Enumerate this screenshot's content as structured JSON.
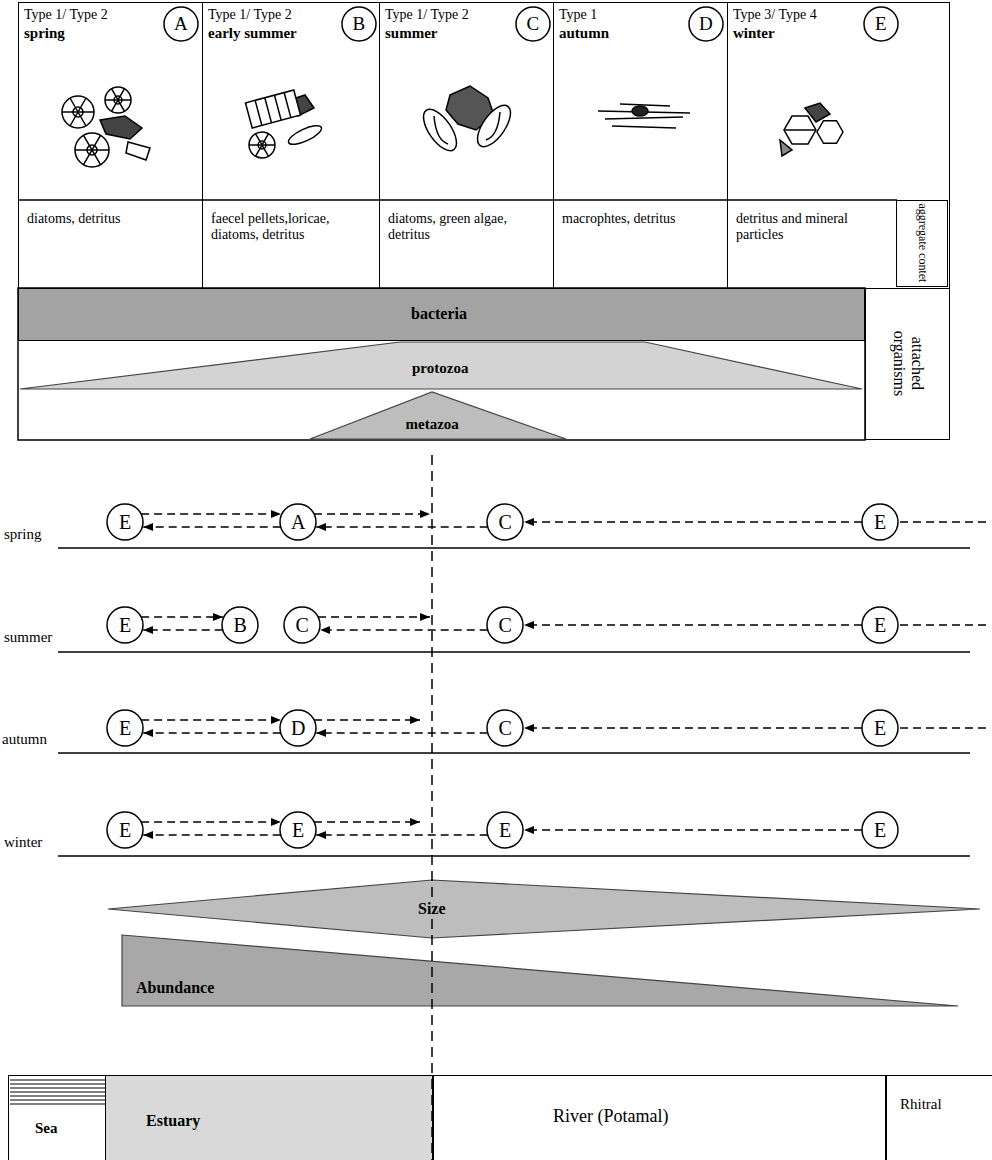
{
  "diagram": {
    "nodes": [
      {
        "text": [
          "Type 1/ Type 2",
          "spring",
          "diatoms, detritus"
        ]
      },
      {
        "text": [
          "A"
        ],
        "in": 0
      },
      {
        "text": [
          "Type 1/ Type 2",
          "early summer",
          "faecel pellets,loricae, diatoms, detritus"
        ]
      },
      {
        "text": [
          "B"
        ],
        "in": 2
      },
      {
        "text": [
          "Type 1/ Type 2",
          "summer",
          "diatoms, green algae, detritus"
        ]
      },
      {
        "text": [
          "C"
        ],
        "in": 4
      },
      {
        "text": [
          "Type 1",
          "autumn",
          "macrophtes, detritus"
        ]
      },
      {
        "text": [
          "D"
        ],
        "in": 6
      },
      {
        "text": [
          "Type 3/ Type 4",
          "winter",
          "detritus and mineral particles"
        ]
      },
      {
        "text": [
          "E"
        ],
        "in": 8
      },
      {
        "text": [
          "aggregate contet"
        ],
        "in": 8
      },
      {
        "text": [
          "bacteria"
        ]
      },
      {
        "text": [
          "protozoa"
        ]
      },
      {
        "text": [
          "metazoa"
        ]
      },
      {
        "text": [
          "attached organisms"
        ]
      },
      {
        "text": [
          "E"
        ]
      },
      {
        "text": [
          "A"
        ]
      },
      {
        "text": [
          "C"
        ]
      },
      {
        "text": [
          "E"
        ]
      },
      {
        "text": [
          "E"
        ]
      },
      {
        "text": [
          "B"
        ]
      },
      {
        "text": [
          "C"
        ]
      },
      {
        "text": [
          "C"
        ]
      },
      {
        "text": [
          "E"
        ]
      },
      {
        "text": [
          "E"
        ]
      },
      {
        "text": [
          "D"
        ]
      },
      {
        "text": [
          "C"
        ]
      },
      {
        "text": [
          "E"
        ]
      },
      {
        "text": [
          "E"
        ]
      },
      {
        "text": [
          "E"
        ]
      },
      {
        "text": [
          "E"
        ]
      },
      {
        "text": [
          "E"
        ]
      },
      {
        "text": [
          "Size"
        ]
      },
      {
        "text": [
          "Abundance"
        ]
      },
      {
        "text": [
          "Sea"
        ]
      },
      {
        "text": [
          "Estuary"
        ]
      },
      {
        "text": [
          "River (Potamal)"
        ]
      },
      {
        "text": [
          "Rhitral"
        ]
      }
    ],
    "edges": [
      {
        "from": 15,
        "to": 16,
        "arrow": "to"
      },
      {
        "from": 16,
        "to": 15,
        "arrow": "to"
      },
      {
        "from": 17,
        "to": 16,
        "arrow": "to"
      },
      {
        "from": 18,
        "to": 17,
        "arrow": "to"
      },
      {
        "from": 19,
        "to": 20,
        "arrow": "to"
      },
      {
        "from": 20,
        "to": 19,
        "arrow": "to"
      },
      {
        "from": 22,
        "to": 21,
        "arrow": "to"
      },
      {
        "from": 23,
        "to": 22,
        "arrow": "to"
      },
      {
        "from": 24,
        "to": 25,
        "arrow": "to"
      },
      {
        "from": 25,
        "to": 24,
        "arrow": "to"
      },
      {
        "from": 26,
        "to": 25,
        "arrow": "to"
      },
      {
        "from": 27,
        "to": 26,
        "arrow": "to"
      },
      {
        "from": 28,
        "to": 29,
        "arrow": "to"
      },
      {
        "from": 29,
        "to": 28,
        "arrow": "to"
      },
      {
        "from": 30,
        "to": 29,
        "arrow": "to"
      },
      {
        "from": 31,
        "to": 30,
        "arrow": "to"
      }
    ],
    "labels": [
      "spring",
      "summer",
      "autumn",
      "winter"
    ]
  }
}
